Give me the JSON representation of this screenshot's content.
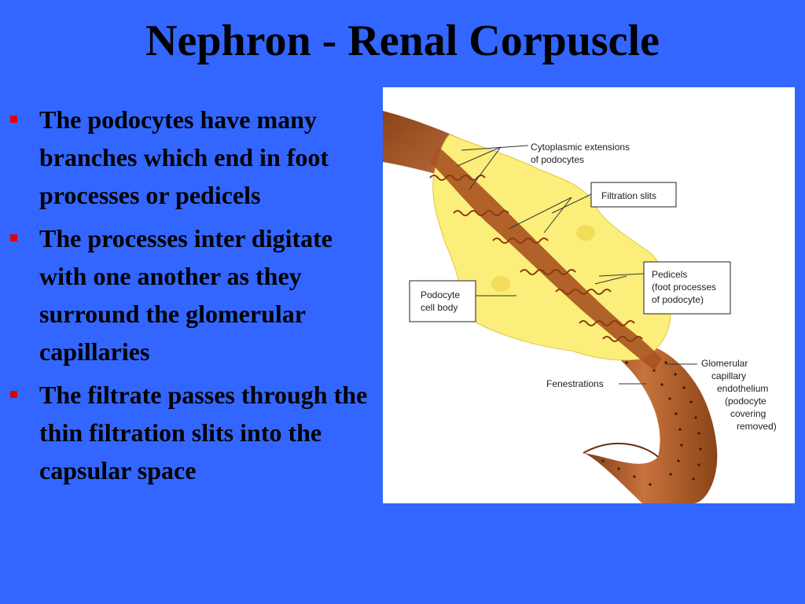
{
  "slide": {
    "title": "Nephron - Renal Corpuscle",
    "bullets": [
      "The podocytes have many branches which end in foot processes or pedicels",
      "The processes inter digitate with one another as they surround the glomerular capillaries",
      "The filtrate passes through the thin filtration slits into the capsular space"
    ]
  },
  "figure": {
    "labels": {
      "cytoplasmic_1": "Cytoplasmic extensions",
      "cytoplasmic_2": "of podocytes",
      "filtration_slits": "Filtration slits",
      "pedicels_1": "Pedicels",
      "pedicels_2": "(foot processes",
      "pedicels_3": "of podocyte)",
      "podocyte_1": "Podocyte",
      "podocyte_2": "cell body",
      "glomerular_1": "Glomerular",
      "glomerular_2": "capillary",
      "glomerular_3": "endothelium",
      "glomerular_4": "(podocyte",
      "glomerular_5": "covering",
      "glomerular_6": "removed)",
      "fenestrations": "Fenestrations"
    }
  },
  "colors": {
    "background": "#3366ff",
    "bullet_marker": "#e00000",
    "podocyte_yellow": "#fbee7a",
    "capillary_brown": "#a8521f"
  }
}
